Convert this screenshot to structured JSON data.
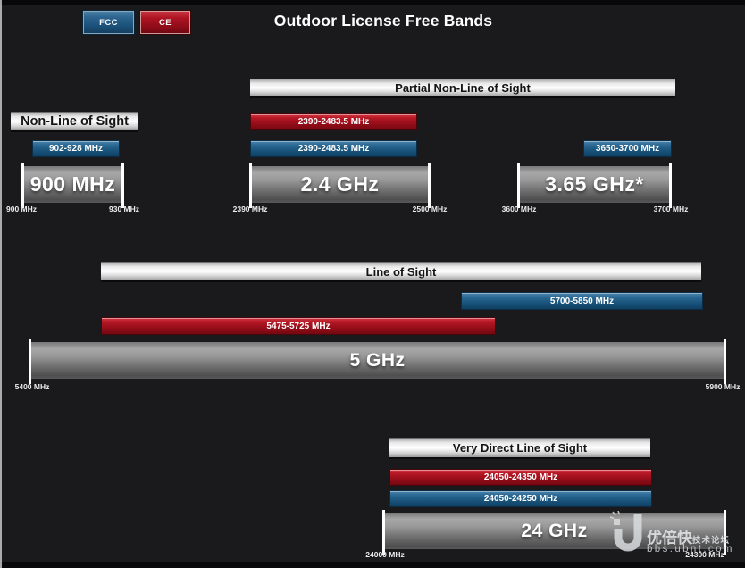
{
  "title": "Outdoor License Free Bands",
  "legend": {
    "fcc_label": "FCC",
    "ce_label": "CE"
  },
  "row1": {
    "partial_header": "Partial Non-Line of Sight",
    "nlos_label": "Non-Line of Sight",
    "band_900": {
      "fcc_bar": "902-928 MHz",
      "band_label": "900 MHz",
      "axis_left": "900 MHz",
      "axis_right": "930 MHz"
    },
    "band_24": {
      "ce_bar": "2390-2483.5 MHz",
      "fcc_bar": "2390-2483.5 MHz",
      "band_label": "2.4 GHz",
      "axis_left": "2390 MHz",
      "axis_right": "2500 MHz"
    },
    "band_365": {
      "fcc_bar": "3650-3700 MHz",
      "band_label": "3.65 GHz*",
      "axis_left": "3600 MHz",
      "axis_right": "3700 MHz"
    }
  },
  "row2": {
    "header": "Line of Sight",
    "fcc_bar": "5700-5850 MHz",
    "ce_bar": "5475-5725 MHz",
    "band_label": "5 GHz",
    "axis_left": "5400 MHz",
    "axis_right": "5900 MHz"
  },
  "row3": {
    "header": "Very Direct Line of Sight",
    "ce_bar": "24050-24350 MHz",
    "fcc_bar": "24050-24250 MHz",
    "band_label": "24 GHz",
    "axis_left": "24000 MHz",
    "axis_right": "24300 MHz"
  },
  "watermark": {
    "brand_cn": "优倍快",
    "suffix_cn": "技术论坛",
    "url": "bbs.ubnt.com"
  },
  "colors": {
    "background": "#1a1a1c",
    "fcc_blue": "#1d5780",
    "ce_red": "#a31220",
    "band_gray": "#8c8c8c",
    "header_white": "#f2f2f2",
    "text_white": "#ffffff"
  },
  "chart_data": {
    "type": "bar",
    "title": "Outdoor License Free Bands",
    "legend": [
      {
        "name": "FCC",
        "color": "#1d5780"
      },
      {
        "name": "CE",
        "color": "#a31220"
      }
    ],
    "legend_position": "top-left",
    "sections": [
      {
        "sight_headers": [
          "Non-Line of Sight",
          "Partial Non-Line of Sight"
        ],
        "bands": [
          {
            "band": "900 MHz",
            "axis_mhz": [
              900,
              930
            ],
            "fcc_mhz": [
              902,
              928
            ],
            "ce_mhz": null
          },
          {
            "band": "2.4 GHz",
            "axis_mhz": [
              2390,
              2500
            ],
            "fcc_mhz": [
              2390,
              2483.5
            ],
            "ce_mhz": [
              2390,
              2483.5
            ]
          },
          {
            "band": "3.65 GHz*",
            "axis_mhz": [
              3600,
              3700
            ],
            "fcc_mhz": [
              3650,
              3700
            ],
            "ce_mhz": null
          }
        ]
      },
      {
        "sight_headers": [
          "Line of Sight"
        ],
        "bands": [
          {
            "band": "5 GHz",
            "axis_mhz": [
              5400,
              5900
            ],
            "fcc_mhz": [
              5700,
              5850
            ],
            "ce_mhz": [
              5475,
              5725
            ]
          }
        ]
      },
      {
        "sight_headers": [
          "Very Direct Line of Sight"
        ],
        "bands": [
          {
            "band": "24 GHz",
            "axis_mhz": [
              24000,
              24300
            ],
            "fcc_mhz": [
              24050,
              24250
            ],
            "ce_mhz": [
              24050,
              24350
            ]
          }
        ]
      }
    ]
  }
}
